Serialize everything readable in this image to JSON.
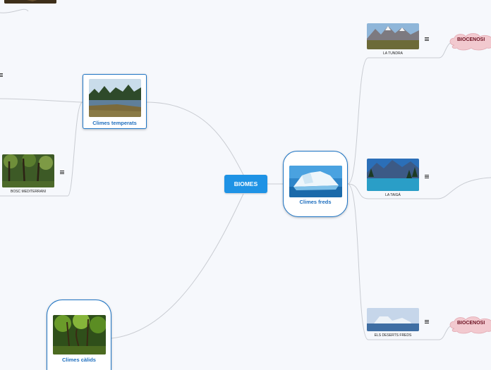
{
  "map": {
    "root": {
      "label": "BIOMES"
    },
    "main_topics": {
      "cold": {
        "label": "Climes freds"
      },
      "temperate": {
        "label": "Climes temperats"
      },
      "warm": {
        "label": "Climes càlids"
      }
    },
    "subtopics": {
      "tundra": {
        "caption": "LA TUNDRA"
      },
      "taiga": {
        "caption": "LA TAIGÁ"
      },
      "cold_deserts": {
        "caption": "ELS DESERTS FREDS"
      },
      "mediterranean_forest": {
        "caption": "BOSC MEDITERRANI"
      }
    },
    "biocenosi_nodes": [
      {
        "label": "BIOCENOSI"
      },
      {
        "label": "BIOCENOSI"
      }
    ],
    "colors": {
      "root": "#1f93e5",
      "topic_border": "#1d74c4",
      "topic_text": "#1f6fbf",
      "biocenosi_fill": "#f2c9cf",
      "biocenosi_text": "#6b1020",
      "links": "#c9ccd2"
    }
  }
}
